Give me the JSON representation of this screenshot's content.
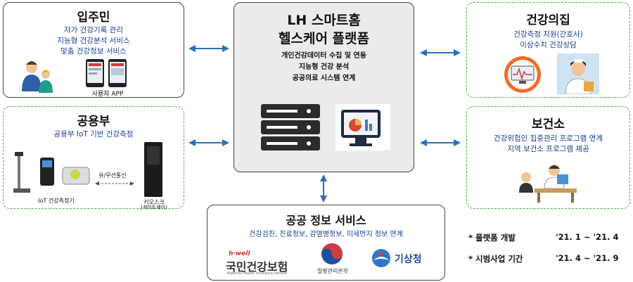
{
  "resident": {
    "title": "입주민",
    "lines": [
      "자가 건강기록 관리",
      "지능형 건강분석 서비스",
      "맞춤 건강정보 서비스"
    ],
    "app_label": "사용자 APP"
  },
  "public_unit": {
    "title": "공용부",
    "subtitle": "공용부 IoT 기반 건강측정",
    "device_label": "IoT 건강측정기",
    "link_label": "유/무선통신",
    "kiosk_label": "키오스크",
    "kiosk_sub": "(게이트웨이)"
  },
  "platform": {
    "title_line1": "LH 스마트홈",
    "title_line2": "헬스케어 플랫폼",
    "lines": [
      "개인건강데이터 수집 및 연동",
      "지능형 건강 분석",
      "공공의료 시스템 연계"
    ]
  },
  "health_house": {
    "title": "건강의집",
    "lines": [
      "건강측정 지원(간호사)",
      "이상수치 건강상담"
    ]
  },
  "health_center": {
    "title": "보건소",
    "lines": [
      "건강위험인 집중관리 프로그램 연계",
      "지역 보건소 프로그램 제공"
    ]
  },
  "public_info": {
    "title": "공공 정보 서비스",
    "subtitle": "건강검진, 진료정보, 감염병정보, 미세먼지 정보 연계",
    "logo_nhis_small": "h·well",
    "logo_nhis": "국민건강보험",
    "logo_nhis_sub": "National Health Insurance Service",
    "logo_kdca": "질병관리본부",
    "logo_kma": "기상청"
  },
  "schedule": [
    {
      "label": "* 플랫폼 개발",
      "period": "'21. 1 ~ '21. 4"
    },
    {
      "label": "* 시범사업 기간",
      "period": "'21. 4 ~ '21. 9"
    }
  ],
  "colors": {
    "accent_blue": "#1a3d8f",
    "arrow": "#2e6fb8",
    "dashed_green": "#55a94b",
    "center_bg": "#ebebeb"
  }
}
